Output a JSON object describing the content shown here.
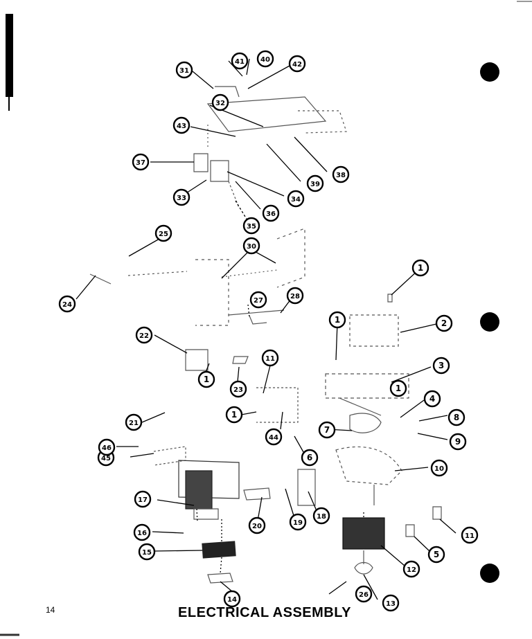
{
  "page_number": "14",
  "caption": "ELECTRICAL ASSEMBLY",
  "callouts": [
    "1",
    "1",
    "1",
    "1",
    "1",
    "2",
    "3",
    "4",
    "5",
    "6",
    "7",
    "8",
    "9",
    "10",
    "11",
    "11",
    "12",
    "13",
    "14",
    "15",
    "16",
    "17",
    "18",
    "19",
    "20",
    "21",
    "22",
    "23",
    "24",
    "25",
    "26",
    "27",
    "28",
    "30",
    "31",
    "32",
    "33",
    "34",
    "35",
    "36",
    "37",
    "38",
    "39",
    "40",
    "41",
    "42",
    "43",
    "44",
    "45",
    "46"
  ],
  "colors": {
    "ink": "#000000",
    "paper": "#ffffff"
  }
}
